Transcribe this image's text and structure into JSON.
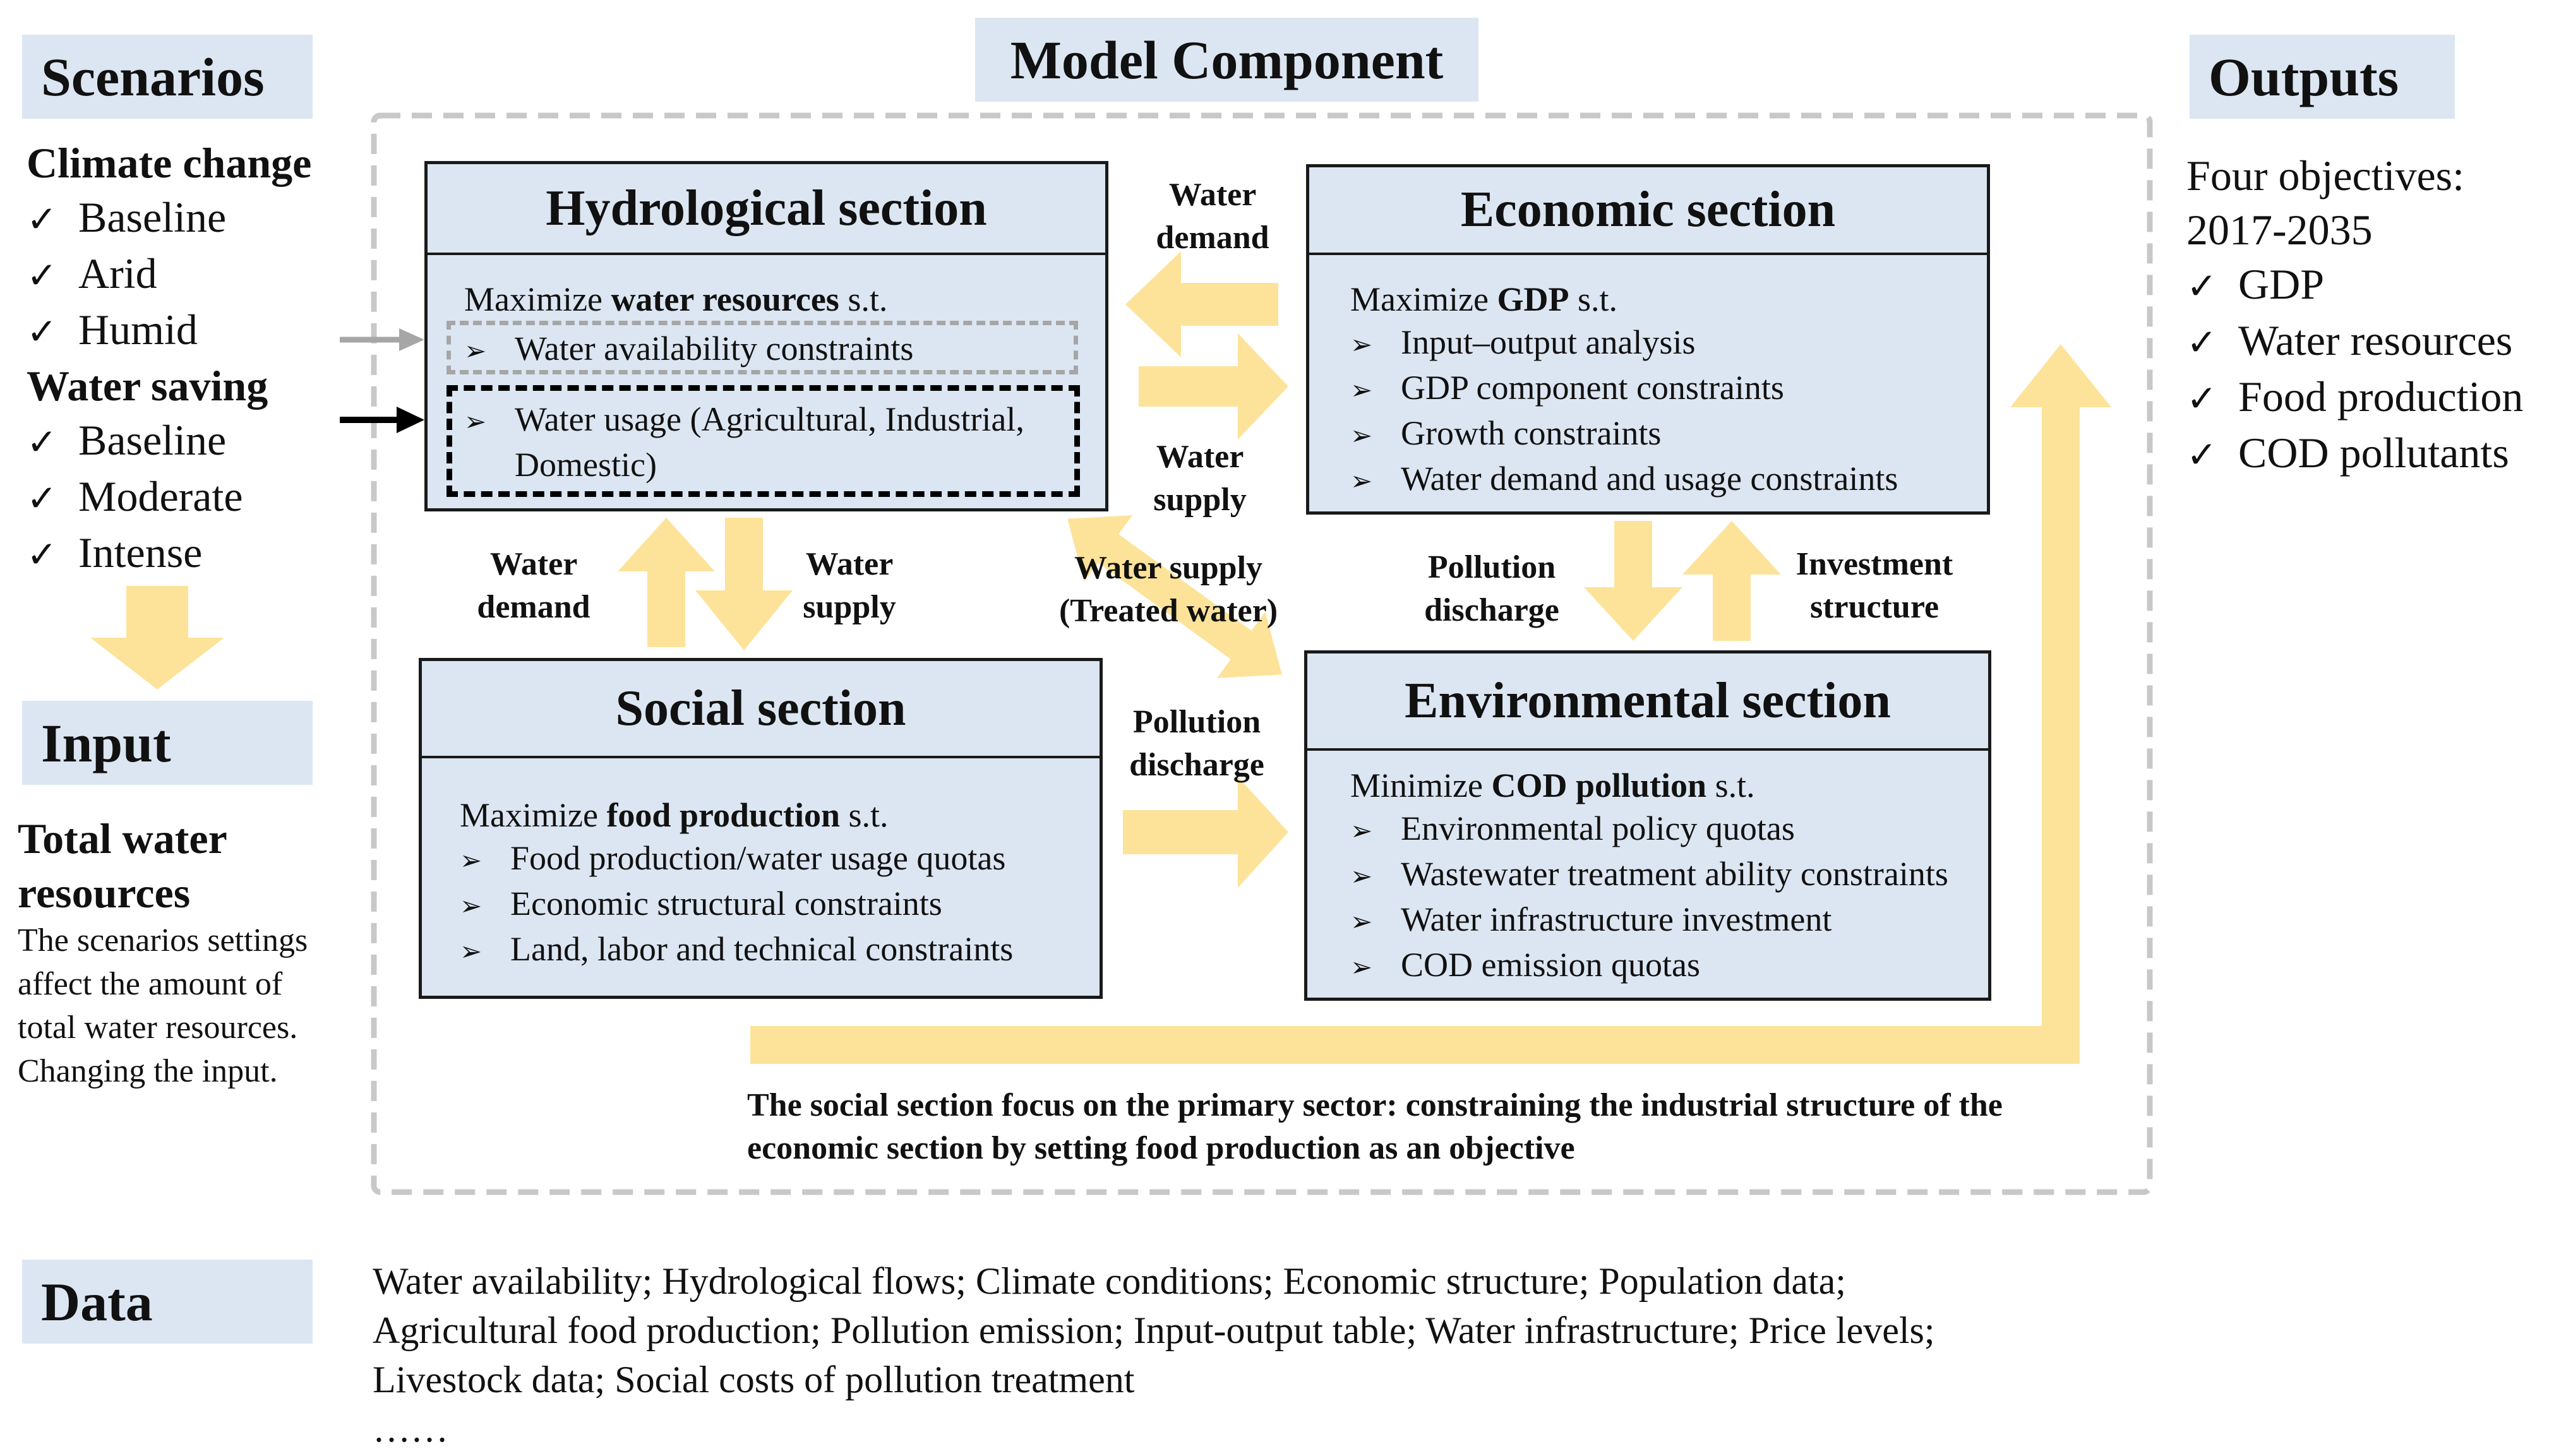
{
  "headers": {
    "scenarios": "Scenarios",
    "model": "Model Component",
    "outputs": "Outputs",
    "input": "Input",
    "data": "Data"
  },
  "scenarios": {
    "climate_title": "Climate change",
    "climate": [
      "Baseline",
      "Arid",
      "Humid"
    ],
    "saving_title": "Water saving",
    "saving": [
      "Baseline",
      "Moderate",
      "Intense"
    ]
  },
  "input": {
    "title_line1": "Total water",
    "title_line2": "resources",
    "desc": [
      "The scenarios settings",
      "affect the amount of",
      "total water resources.",
      "Changing the input."
    ]
  },
  "outputs": {
    "line1": "Four objectives:",
    "line2": "2017-2035",
    "items": [
      "GDP",
      "Water resources",
      "Food production",
      "COD pollutants"
    ]
  },
  "hydro": {
    "title": "Hydrological section",
    "obj_pre": "Maximize ",
    "obj_bold": "water resources",
    "obj_post": " s.t.",
    "item1": "Water availability constraints",
    "item2a": "Water usage (Agricultural, Industrial,",
    "item2b": "Domestic)"
  },
  "econ": {
    "title": "Economic section",
    "obj_pre": "Maximize ",
    "obj_bold": "GDP",
    "obj_post": " s.t.",
    "items": [
      "Input–output analysis",
      "GDP component constraints",
      "Growth constraints",
      "Water demand and usage constraints"
    ]
  },
  "social": {
    "title": "Social section",
    "obj_pre": "Maximize ",
    "obj_bold": "food production",
    "obj_post": " s.t.",
    "items": [
      "Food production/water usage quotas",
      "Economic structural constraints",
      "Land, labor and technical constraints"
    ]
  },
  "env": {
    "title": "Environmental section",
    "obj_pre": "Minimize ",
    "obj_bold": "COD pollution",
    "obj_post": " s.t.",
    "items": [
      "Environmental policy quotas",
      "Wastewater treatment ability constraints",
      "Water infrastructure investment",
      "COD emission quotas"
    ]
  },
  "flows": {
    "he_demand": [
      "Water",
      "demand"
    ],
    "he_supply": [
      "Water",
      "supply"
    ],
    "hs_demand": [
      "Water",
      "demand"
    ],
    "hs_supply": [
      "Water",
      "supply"
    ],
    "treated": [
      "Water supply",
      "(Treated water)"
    ],
    "se_pollution": [
      "Pollution",
      "discharge"
    ],
    "ee_pollution": [
      "Pollution",
      "discharge"
    ],
    "ee_invest": [
      "Investment",
      "structure"
    ]
  },
  "note": {
    "line1": "The social section focus on the primary sector: constraining the industrial structure of the",
    "line2": "economic section by setting food production as an objective"
  },
  "data_text": {
    "line1": "Water availability; Hydrological flows; Climate conditions; Economic structure; Population data;",
    "line2": "Agricultural food production; Pollution emission; Input-output table; Water infrastructure; Price levels;",
    "line3": "Livestock data; Social costs of pollution treatment",
    "line4": "……"
  },
  "colors": {
    "label_bg": "#dce6f2",
    "panel_bg": "#dce6f2",
    "flow_arrow": "#fde39a",
    "frame_dash": "#c8c8c8",
    "gray_arrow": "#a6a6a6"
  }
}
